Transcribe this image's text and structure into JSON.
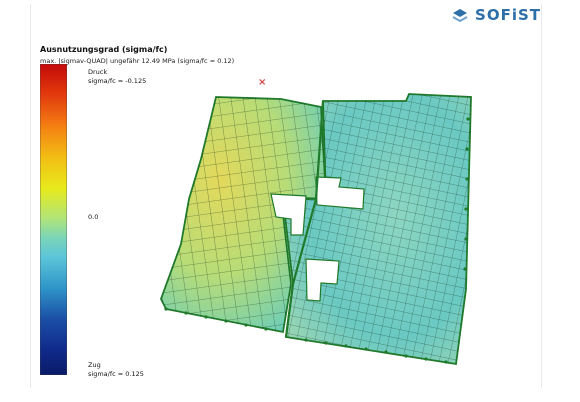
{
  "brand": {
    "logo_text": "SOFiST"
  },
  "legend": {
    "title": "Ausnutzungsgrad (sigma/fc)",
    "subtitle": "max. |sigmav-QUAD| ungefähr 12.49 MPa (sigma/fc = 0.12)",
    "top_label_1": "Druck",
    "top_label_2": "sigma/fc = -0.125",
    "mid_label": "0.0",
    "bottom_label_1": "Zug",
    "bottom_label_2": "sigma/fc = 0.125",
    "colors": [
      "#c40a0a",
      "#e23b0d",
      "#f47f12",
      "#f2bd14",
      "#e8ea1c",
      "#aee47d",
      "#79d4b8",
      "#5dc6d9",
      "#2f95c9",
      "#1b4fa6",
      "#102a8a",
      "#0a1a66"
    ]
  },
  "model": {
    "mesh_color": "#0b2a12",
    "edge_color": "#1f7a2b",
    "fill_colors": [
      "#9fd7b2",
      "#c6e08c",
      "#e4d95b",
      "#62c6b5",
      "#86d5c1"
    ]
  }
}
